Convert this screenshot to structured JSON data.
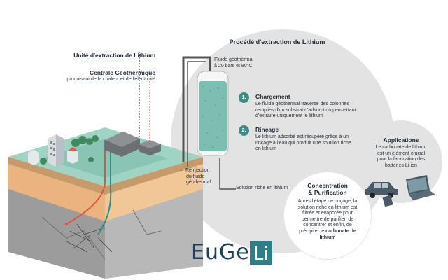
{
  "header": {
    "unit_title": "Unité d'extraction de Lithium",
    "plant_title": "Centrale Géothermique",
    "plant_desc": "produisant de la chaleur et de l'électricité"
  },
  "process": {
    "title": "Procédé d'extraction de Lithium",
    "fluid_in_line1": "Fluide géothermal",
    "fluid_in_line2": "à 20 bars et 80°C",
    "steps": [
      {
        "num": "1.",
        "title": "Chargement",
        "text": [
          "Le fluide géothermal traverse des colonnes",
          "remplies d'un substrat d'adsorption permettant",
          "d'extraire uniquement le lithium"
        ]
      },
      {
        "num": "2.",
        "title": "Rinçage",
        "text": [
          "Le lithium adsorbé est récupéré grâce à un",
          "rinçage à l'eau qui produit une solution riche",
          "en lithium"
        ]
      }
    ],
    "reinjection": [
      "← Réinjection",
      "du fluide",
      "géothermal"
    ],
    "solution_label": "Solution riche en lithium →"
  },
  "concentration": {
    "title_line1": "Concentration",
    "title_line2": "& Purification",
    "text": [
      "Après l'étape de rinçage, la",
      "solution riche en lithium est",
      "filtrée et évaporée pour",
      "permettre de purifier, de",
      "concentrer et enfin, de"
    ],
    "text_last_prefix": "précipiter le ",
    "text_last_bold": "carbonate de",
    "text_last_bold2": "lithium"
  },
  "applications": {
    "title": "Applications",
    "text": [
      "Le carbonate de lithium",
      "est un élément crucial",
      "pour la fabrication des",
      "batteries Li-ion"
    ]
  },
  "logo": {
    "text": "EuGe",
    "box": "Li"
  },
  "colors": {
    "teal": "#3b8c87",
    "circle_bg": "#e3e3e3",
    "hot_pipe": "#e0533f",
    "cold_pipe": "#2f8f86",
    "ground_top": "#8fc9ba",
    "sediment": "#e9b47f",
    "rock": "#a9a9a9"
  }
}
